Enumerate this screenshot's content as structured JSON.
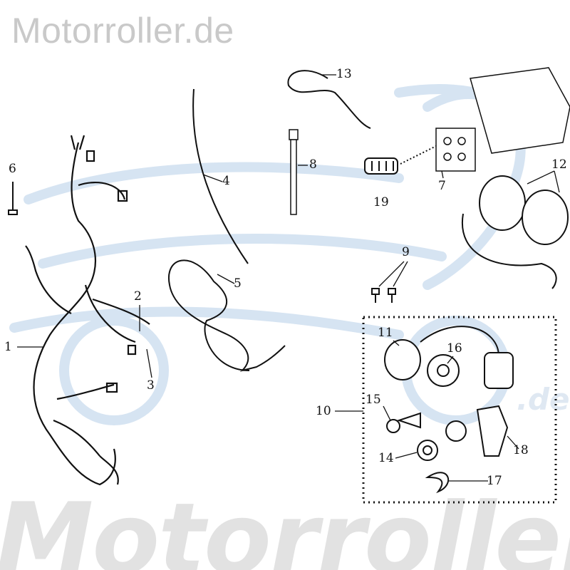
{
  "watermark_top": "Motorroller.de",
  "watermark_big": "Motorroller",
  "watermark_de": ".de",
  "colors": {
    "watermark_gray": "#c9c9c9",
    "watermark_blue": "#d6e4f2",
    "line": "#111111"
  },
  "labels": [
    "1",
    "2",
    "3",
    "4",
    "5",
    "6",
    "7",
    "8",
    "9",
    "10",
    "11",
    "12",
    "13",
    "14",
    "15",
    "16",
    "17",
    "18",
    "19"
  ]
}
